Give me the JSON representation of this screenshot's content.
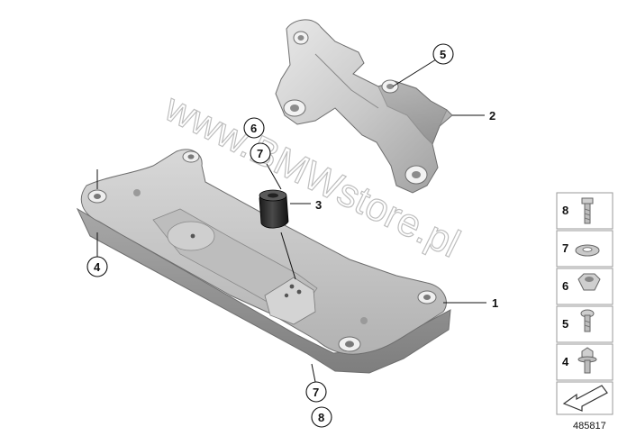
{
  "diagram": {
    "id_number": "485817",
    "watermark": "www.BMWstore.pl",
    "parts": [
      {
        "name": "crossmember",
        "callout": "1"
      },
      {
        "name": "transmission-mount-bracket",
        "callout": "2"
      },
      {
        "name": "rubber-mount",
        "callout": "3"
      },
      {
        "name": "mount-lead-left",
        "callout": "4"
      },
      {
        "name": "bracket-bolt-lead",
        "callout": "5"
      },
      {
        "name": "nut-top",
        "callout": "6"
      },
      {
        "name": "washer-top",
        "callout": "7"
      },
      {
        "name": "washer-bottom",
        "callout": "7"
      },
      {
        "name": "bolt-bottom",
        "callout": "8"
      }
    ],
    "legend": [
      {
        "number": "8",
        "item": "bolt-icon"
      },
      {
        "number": "7",
        "item": "washer-icon"
      },
      {
        "number": "6",
        "item": "hex-nut-icon"
      },
      {
        "number": "5",
        "item": "torx-bolt-icon"
      },
      {
        "number": "4",
        "item": "flange-bolt-icon"
      }
    ],
    "arrow_panel": "direction-arrow-icon"
  }
}
